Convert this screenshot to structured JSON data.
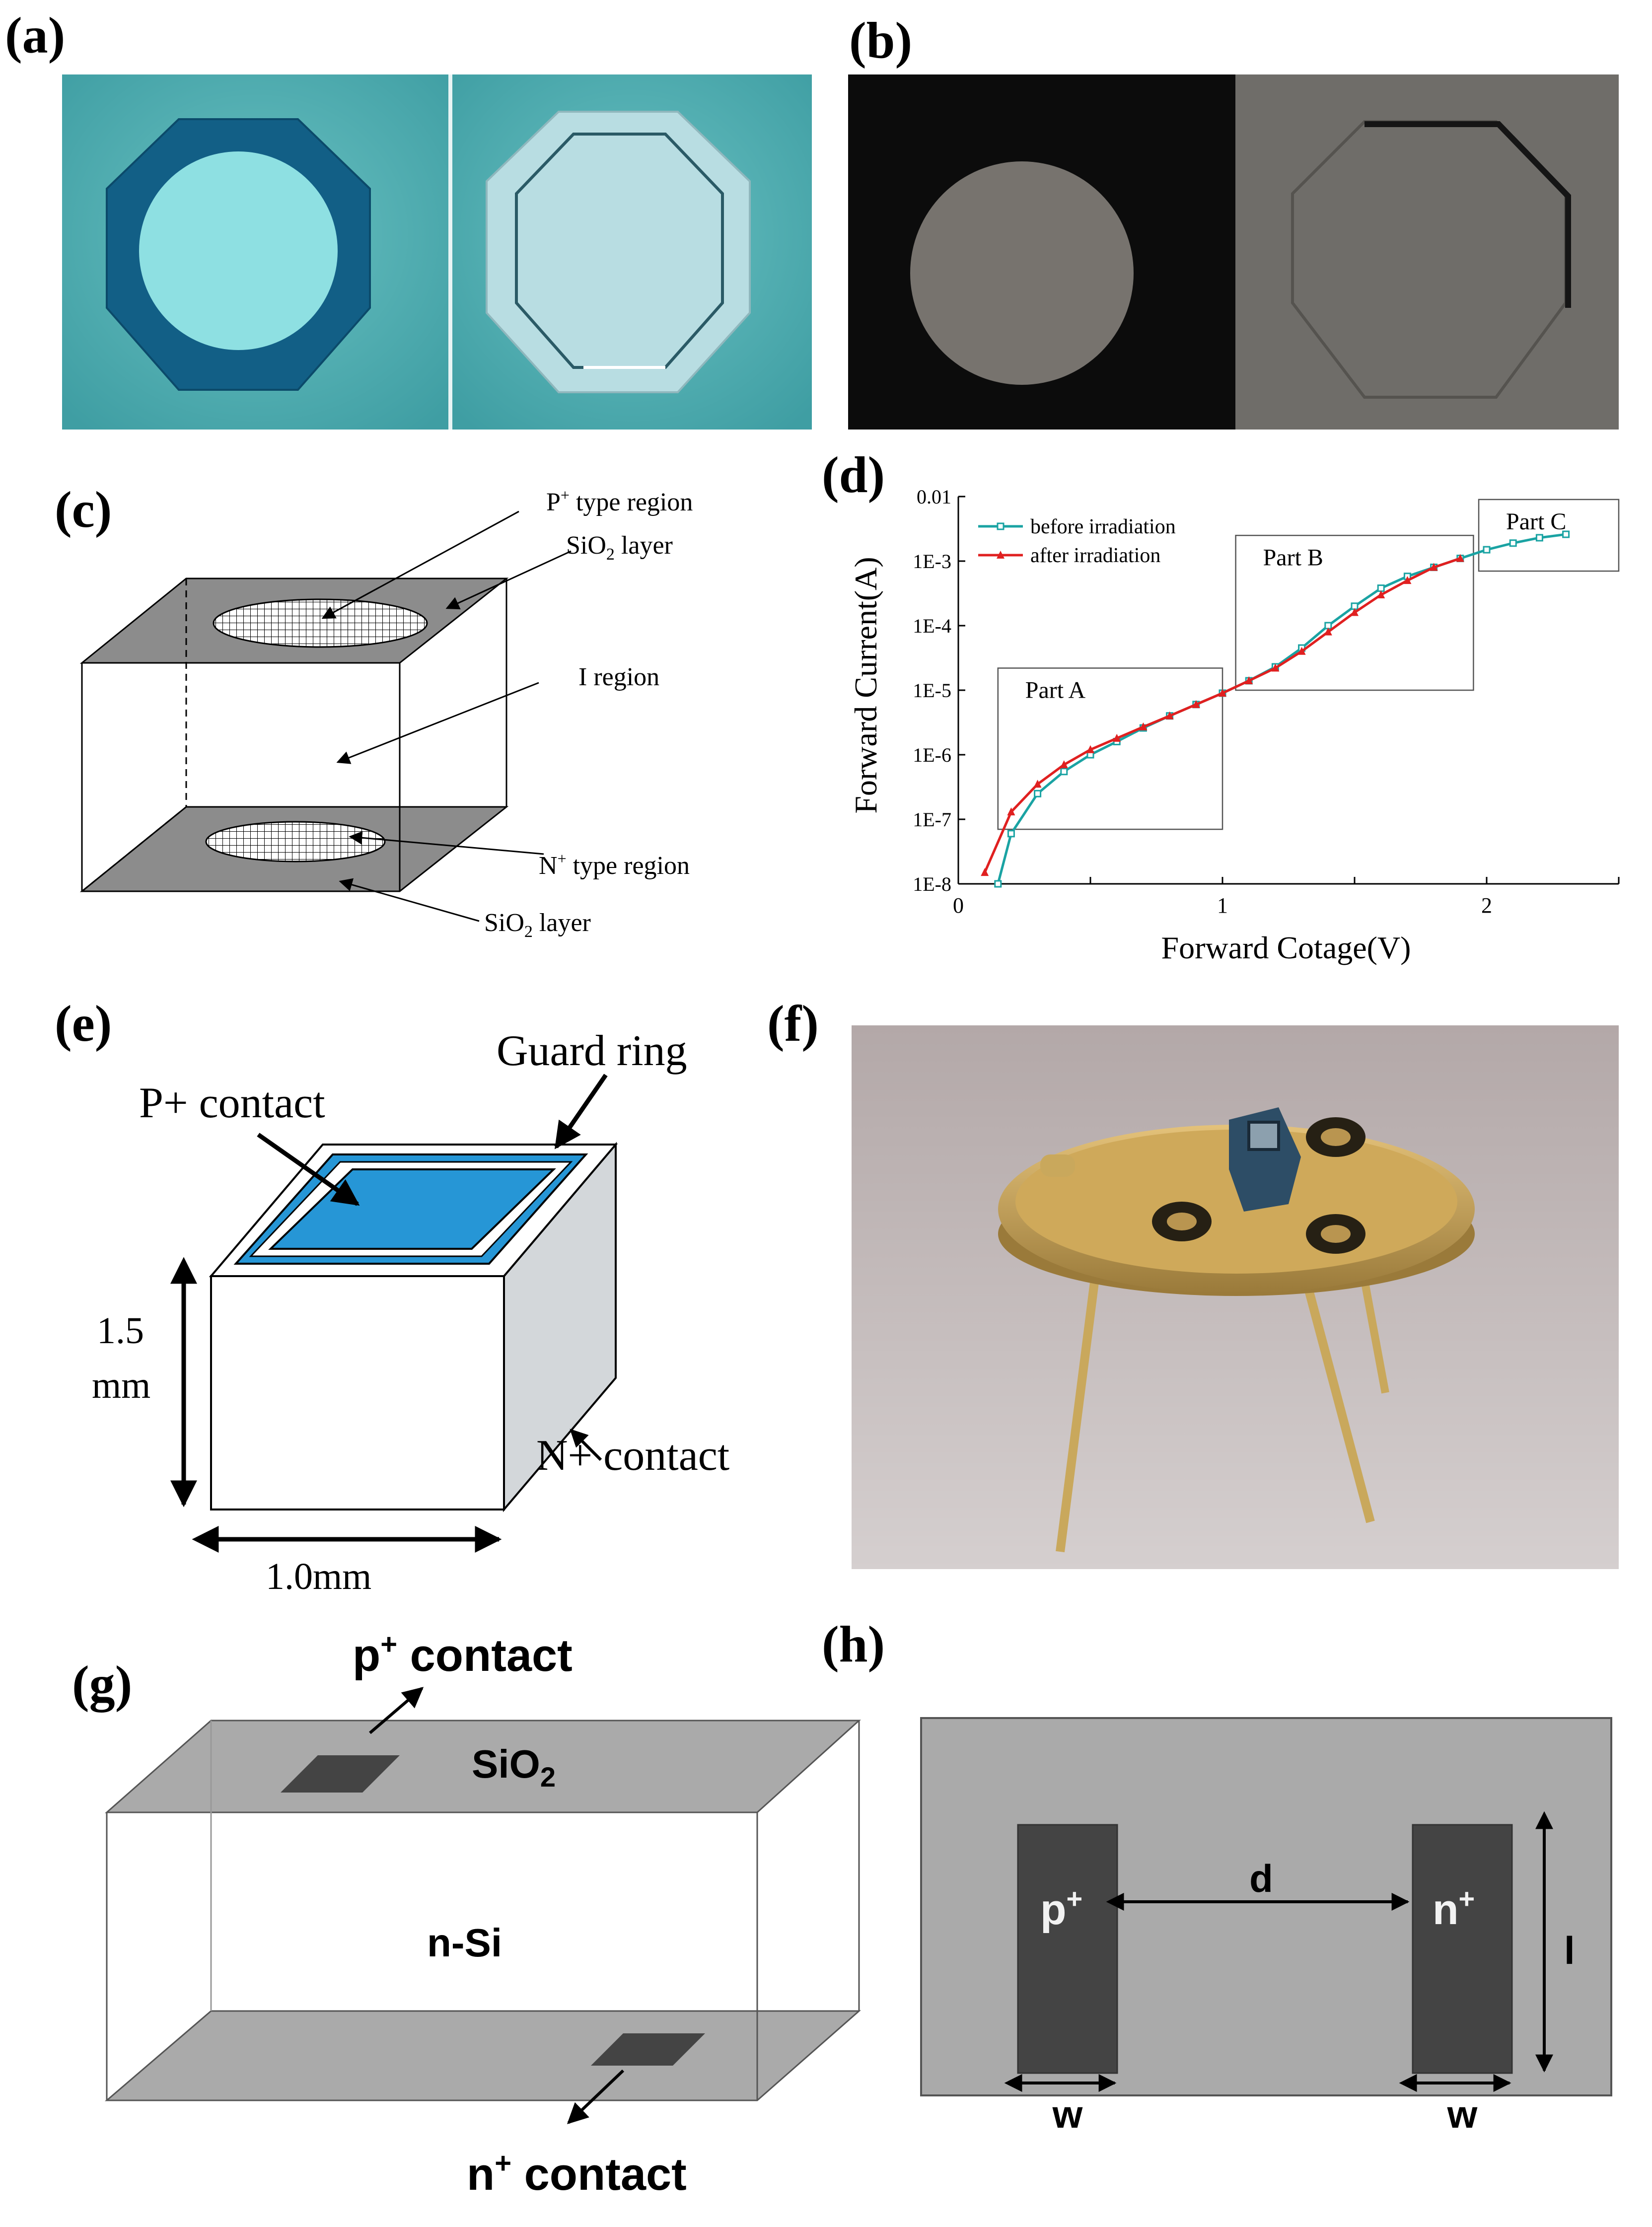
{
  "panels": {
    "a": {
      "label": "(a)"
    },
    "b": {
      "label": "(b)"
    },
    "c": {
      "label": "(c)",
      "p_region": "P",
      "p_region_sup": "+",
      "p_region_rest": " type region",
      "sio2_top": "SiO",
      "sio2_top_sub": "2",
      "sio2_top_rest": " layer",
      "i_region": "I region",
      "n_region": "N",
      "n_region_sup": "+",
      "n_region_rest": " type region",
      "sio2_bottom": "SiO",
      "sio2_bottom_sub": "2",
      "sio2_bottom_rest": " layer"
    },
    "d": {
      "label": "(d)"
    },
    "e": {
      "label": "(e)",
      "p_contact": "P+ contact",
      "guard_ring": "Guard ring",
      "height_value": "1.5",
      "height_unit": "mm",
      "n_contact": "N+ contact",
      "width": "1.0mm"
    },
    "f": {
      "label": "(f)"
    },
    "g": {
      "label": "(g)",
      "p_contact": "p",
      "p_contact_sup": "+",
      "p_contact_rest": " contact",
      "sio2": "SiO",
      "sio2_sub": "2",
      "nsi": "n-Si",
      "n_contact": "n",
      "n_contact_sup": "+",
      "n_contact_rest": " contact"
    },
    "h": {
      "label": "(h)",
      "p_plus": "p",
      "p_plus_sup": "+",
      "n_plus": "n",
      "n_plus_sup": "+",
      "d": "d",
      "l": "l",
      "w_left": "w",
      "w_right": "w"
    }
  },
  "chart_data": {
    "type": "line",
    "title": "",
    "xlabel": "Forward Cotage(V)",
    "ylabel": "Forward Current(A)",
    "xlim": [
      0,
      2.5
    ],
    "ylim": [
      1e-08,
      0.01
    ],
    "yscale": "log",
    "xticks": [
      "0",
      "1",
      "2"
    ],
    "yticks": [
      "1E-8",
      "1E-7",
      "1E-6",
      "1E-5",
      "1E-4",
      "1E-3",
      "0.01"
    ],
    "legend_position": "top-left",
    "series": [
      {
        "name": "before irradiation",
        "color": "#1aa3a3",
        "marker": "open-square",
        "x": [
          0.15,
          0.2,
          0.3,
          0.4,
          0.5,
          0.6,
          0.7,
          0.8,
          0.9,
          1.0,
          1.1,
          1.2,
          1.3,
          1.4,
          1.5,
          1.6,
          1.7,
          1.8,
          1.9,
          2.0,
          2.1,
          2.2,
          2.3
        ],
        "y": [
          1e-08,
          6e-08,
          2.5e-07,
          5.5e-07,
          1e-06,
          1.6e-06,
          2.6e-06,
          4e-06,
          6e-06,
          9e-06,
          1.4e-05,
          2.3e-05,
          4.5e-05,
          0.0001,
          0.0002,
          0.00038,
          0.00058,
          0.0008,
          0.0011,
          0.0015,
          0.0019,
          0.0023,
          0.0026
        ]
      },
      {
        "name": "after irradiation",
        "color": "#e02020",
        "marker": "filled-triangle",
        "x": [
          0.1,
          0.2,
          0.3,
          0.4,
          0.5,
          0.6,
          0.7,
          0.8,
          0.9,
          1.0,
          1.1,
          1.2,
          1.3,
          1.4,
          1.5,
          1.6,
          1.7,
          1.8,
          1.9
        ],
        "y": [
          1.5e-08,
          1.3e-07,
          3.5e-07,
          7e-07,
          1.2e-06,
          1.8e-06,
          2.7e-06,
          4e-06,
          6e-06,
          9e-06,
          1.4e-05,
          2.2e-05,
          4e-05,
          8e-05,
          0.00016,
          0.0003,
          0.0005,
          0.0008,
          0.0011
        ]
      }
    ],
    "annotations": [
      "Part A",
      "Part B",
      "Part C"
    ],
    "regions": [
      {
        "label": "Part A",
        "x": [
          0.15,
          1.0
        ],
        "y": [
          7e-08,
          2.2e-05
        ]
      },
      {
        "label": "Part B",
        "x": [
          1.05,
          1.95
        ],
        "y": [
          1e-05,
          0.0025
        ]
      },
      {
        "label": "Part C",
        "x": [
          1.97,
          2.5
        ],
        "y": [
          0.0007,
          0.009
        ]
      }
    ]
  }
}
